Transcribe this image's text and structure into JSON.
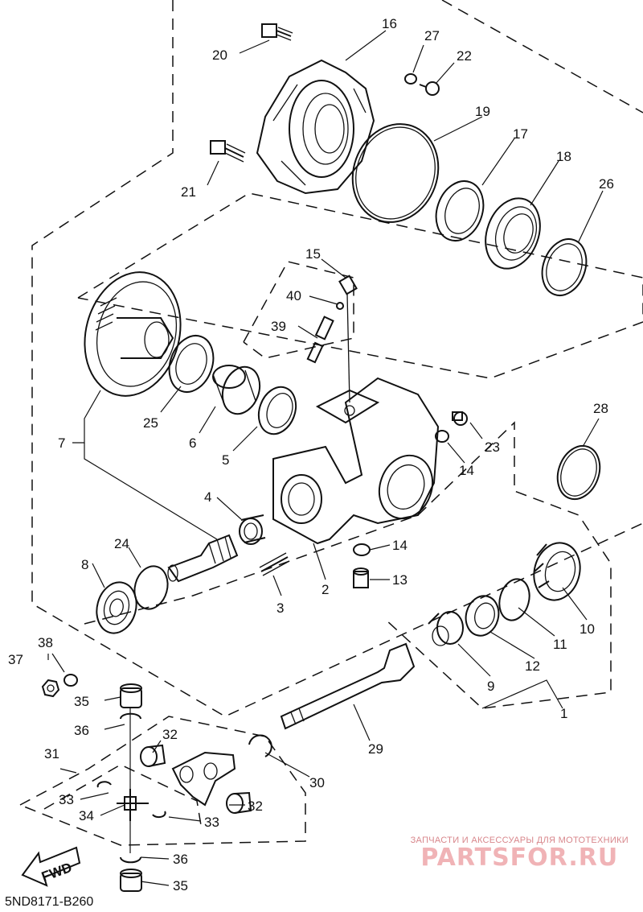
{
  "diagram": {
    "reference_code": "5ND8171-B260",
    "callouts": [
      {
        "id": "c1",
        "label": "1"
      },
      {
        "id": "c2",
        "label": "2"
      },
      {
        "id": "c3",
        "label": "3"
      },
      {
        "id": "c4",
        "label": "4"
      },
      {
        "id": "c5",
        "label": "5"
      },
      {
        "id": "c6",
        "label": "6"
      },
      {
        "id": "c7",
        "label": "7"
      },
      {
        "id": "c8",
        "label": "8"
      },
      {
        "id": "c9",
        "label": "9"
      },
      {
        "id": "c10",
        "label": "10"
      },
      {
        "id": "c11",
        "label": "11"
      },
      {
        "id": "c12",
        "label": "12"
      },
      {
        "id": "c13",
        "label": "13"
      },
      {
        "id": "c14a",
        "label": "14"
      },
      {
        "id": "c14b",
        "label": "14"
      },
      {
        "id": "c15",
        "label": "15"
      },
      {
        "id": "c16",
        "label": "16"
      },
      {
        "id": "c17",
        "label": "17"
      },
      {
        "id": "c18",
        "label": "18"
      },
      {
        "id": "c19",
        "label": "19"
      },
      {
        "id": "c20",
        "label": "20"
      },
      {
        "id": "c21",
        "label": "21"
      },
      {
        "id": "c22",
        "label": "22"
      },
      {
        "id": "c23",
        "label": "23"
      },
      {
        "id": "c24",
        "label": "24"
      },
      {
        "id": "c25",
        "label": "25"
      },
      {
        "id": "c26",
        "label": "26"
      },
      {
        "id": "c27",
        "label": "27"
      },
      {
        "id": "c28",
        "label": "28"
      },
      {
        "id": "c29",
        "label": "29"
      },
      {
        "id": "c30",
        "label": "30"
      },
      {
        "id": "c31",
        "label": "31"
      },
      {
        "id": "c32a",
        "label": "32"
      },
      {
        "id": "c32b",
        "label": "32"
      },
      {
        "id": "c33a",
        "label": "33"
      },
      {
        "id": "c33b",
        "label": "33"
      },
      {
        "id": "c34",
        "label": "34"
      },
      {
        "id": "c35a",
        "label": "35"
      },
      {
        "id": "c35b",
        "label": "35"
      },
      {
        "id": "c36a",
        "label": "36"
      },
      {
        "id": "c36b",
        "label": "36"
      },
      {
        "id": "c37",
        "label": "37"
      },
      {
        "id": "c38",
        "label": "38"
      },
      {
        "id": "c39",
        "label": "39"
      },
      {
        "id": "c40",
        "label": "40"
      }
    ],
    "fwd_label": "FWD"
  },
  "watermark": {
    "tagline": "ЗАПЧАСТИ И АКСЕССУАРЫ ДЛЯ МОТОТЕХНИКИ",
    "brand": "PARTSFOR.RU",
    "color": "#e8a0a4"
  }
}
